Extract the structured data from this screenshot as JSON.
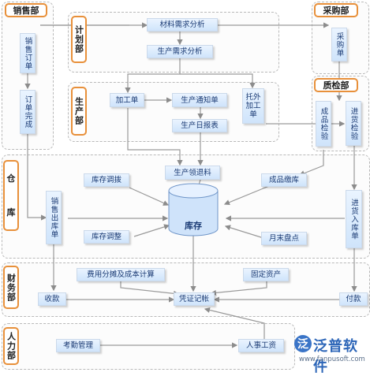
{
  "departments": {
    "sales": "销售部",
    "purchasing": "采购部",
    "planning": "计划部",
    "production": "生产部",
    "quality": "质检部",
    "warehouse_1": "仓",
    "warehouse_2": "库",
    "finance": "财务部",
    "hr": "人力部"
  },
  "nodes": {
    "sales_order": "销售订单",
    "order_complete": "订单完成",
    "material_demand": "材料需求分析",
    "production_demand": "生产需求分析",
    "purchase_order": "采购单",
    "processing_order": "加工单",
    "production_notice": "生产通知单",
    "production_daily": "生产日报表",
    "outsourcing_order": "托外加工单",
    "product_inspection": "成品检验",
    "incoming_inspection": "进货检验",
    "production_requisition": "生产领退料",
    "stock_transfer": "库存调拨",
    "finished_goods_receipt": "成品缴库",
    "sales_outbound": "销售出库单",
    "inventory": "库存",
    "purchase_inbound": "进货入库单",
    "stock_adjust": "库存调整",
    "month_end_count": "月末盘点",
    "cost_allocation": "费用分摊及成本计算",
    "fixed_assets": "固定资产",
    "receipt": "收款",
    "voucher": "凭证记帐",
    "payment": "付款",
    "attendance": "考勤管理",
    "hr_salary": "人事工资"
  },
  "logo": {
    "mark": "泛",
    "name": "泛普软件",
    "url": "www.fanpusoft.com"
  },
  "colors": {
    "dept_border": "#e8903a",
    "node_text": "#1a3a74",
    "node_fill_top": "#eaf4ff",
    "node_fill_bottom": "#cfe4fb",
    "line": "#9a9a9a",
    "brand": "#2d66b8"
  }
}
